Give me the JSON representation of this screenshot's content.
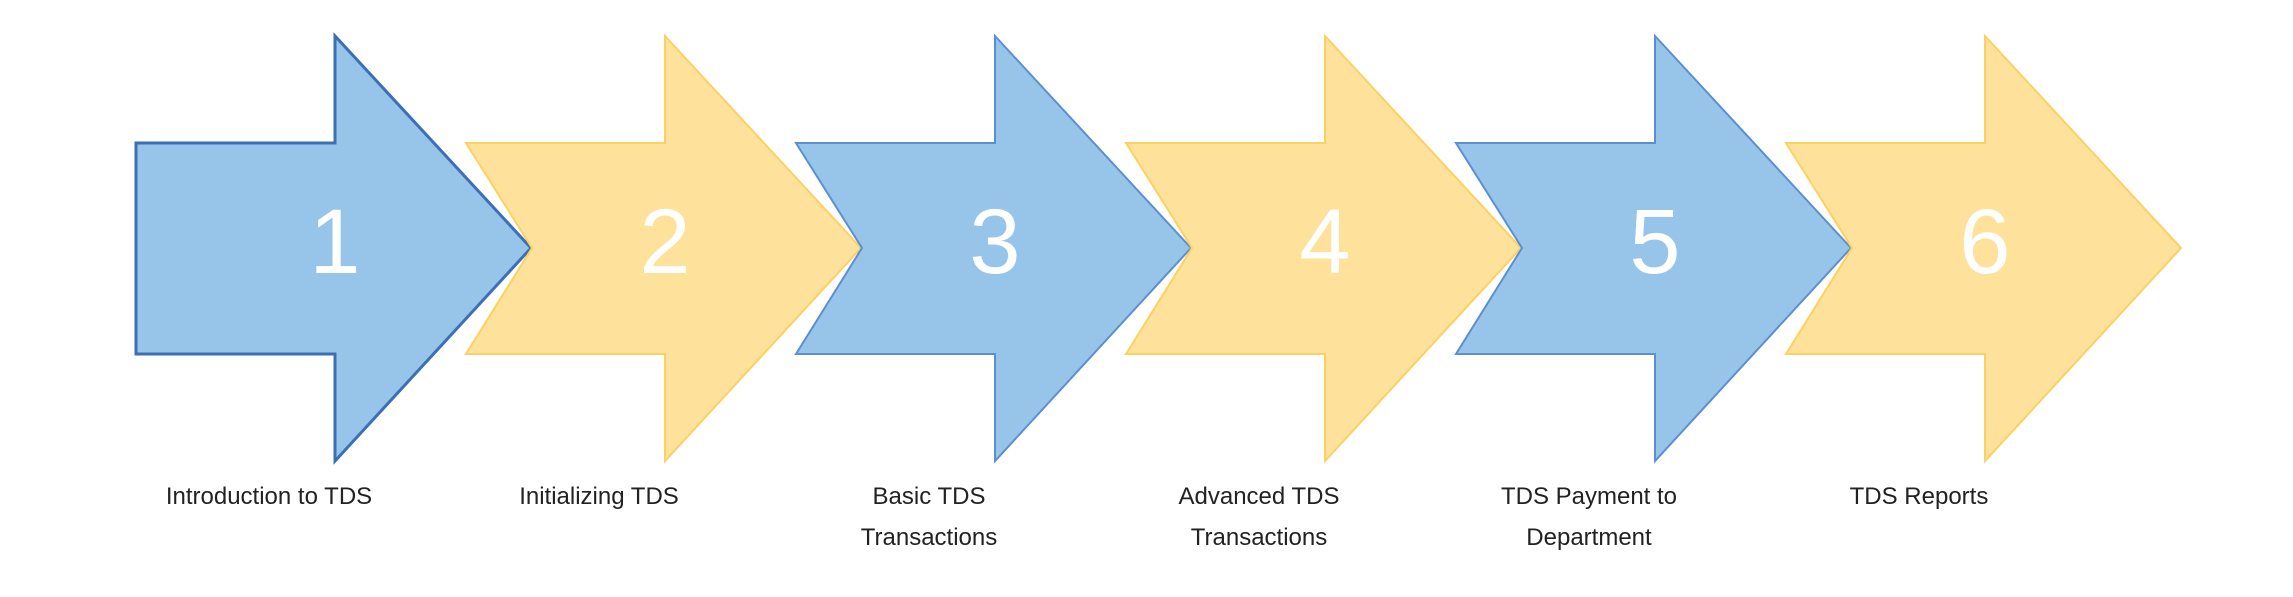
{
  "title": "TDS process steps",
  "colors": {
    "blue_fill": "#97c5ea",
    "blue_stroke": "#5b8fd0",
    "blue_stroke_first": "#3b6fb6",
    "yellow_fill": "#fee29b",
    "yellow_stroke": "#fdd062",
    "number_color": "#ffffff",
    "label_color": "#222222"
  },
  "steps": [
    {
      "number": "1",
      "label_lines": [
        "Introduction to TDS"
      ],
      "color": "blue"
    },
    {
      "number": "2",
      "label_lines": [
        "Initializing TDS"
      ],
      "color": "yellow"
    },
    {
      "number": "3",
      "label_lines": [
        "Basic TDS",
        "Transactions"
      ],
      "color": "blue"
    },
    {
      "number": "4",
      "label_lines": [
        "Advanced TDS",
        "Transactions"
      ],
      "color": "yellow"
    },
    {
      "number": "5",
      "label_lines": [
        "TDS Payment to",
        "Department"
      ],
      "color": "blue"
    },
    {
      "number": "6",
      "label_lines": [
        "TDS Reports"
      ],
      "color": "yellow"
    }
  ]
}
